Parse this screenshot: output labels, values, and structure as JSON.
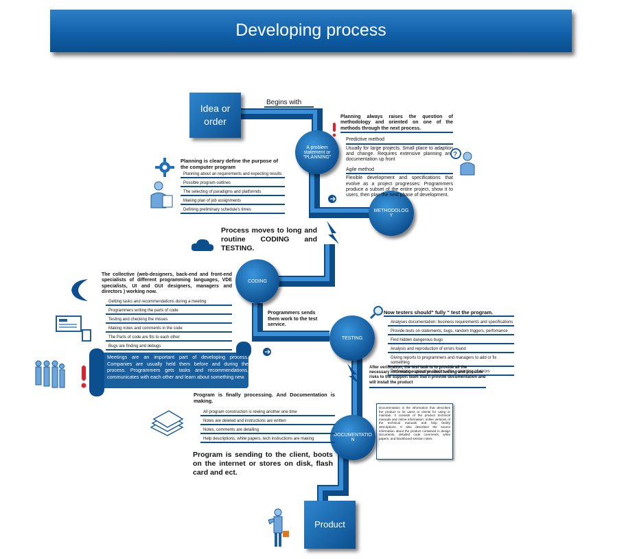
{
  "title": "Developing process",
  "boxes": {
    "idea": "Idea or\norder",
    "product": "Product"
  },
  "begins_with": "Begins with",
  "circles": {
    "planning": "A problem\nstatement or\n\"PLANNING\"",
    "methodology": "METHODOLOG\nY",
    "coding": "CODING",
    "testing": "TESTING",
    "documentation": "DOCUMENTATIO\nN"
  },
  "methodology_note": {
    "heading": "Planning always raises the question of methodology and oriented on one of the methods through the next process.",
    "predictive_title": "Predictive method",
    "predictive_text": "Usually for large projects. Small place to adaption and change. Requires extensive planning and documentation up front",
    "agile_title": "Agile method",
    "agile_text": "Flexible development and specifications that evolve as a project progresses: Programmers produce a subset of the entire project, show it to users, then plan the next phase of development."
  },
  "planning_note": {
    "heading": "Planning is cleary define the purpose of the computer program",
    "items": [
      "Planning about an requirements and expecting results",
      "Possible program outlines",
      "The selecting of paradigms and platformds",
      "Making plan of job assignments",
      "Defining preliminary schedule's times"
    ]
  },
  "process_moves": "Process moves to long and routine CODING and TESTING.",
  "coding_note": {
    "heading": "The collective (web-designers, back-end and front-end specialists of different programming languages, VDE specialists, UI and GUI designers, managers and directors ) working now.",
    "items": [
      "Getting tasks and recommendations during a meeting",
      "Programmers writing the parts of code",
      "Testing and checking the misses",
      "Making notes and comments in the code",
      "The Parts of code are fits to each other",
      "Bugs are finding and debugs"
    ]
  },
  "meetings_note": "Meetings are an important part of developing process. Companies are usually held them before and during the process. Programmers gets tasks and recommendations, communicates with each other and learn about something new.",
  "programmers_send": "Programmers sends them work to the test service.",
  "testing_note": {
    "heading": "Now testers should\" fully \" test the program.",
    "items": [
      "Analyses documentation: business requirements and specifications",
      "Provide tests on statements, bugs, random triggers, perfomance",
      "Find hidden dangerous bugs",
      "Analysis and reproduction of errors found",
      "Giving reports to programmers and managers to add or fix something",
      "Performing regressive checks after correcting of errors"
    ],
    "after": "After verification, the test task is to provide all the necessary information about product testing and possible risks to the support team that'll provide documentation and will install the product"
  },
  "documentation_note": {
    "heading": "Program is finally processing. And Documentation is making.",
    "items": [
      "All program construction is rewing another one time",
      "Notes are deleted and instructions are written",
      "Notes, comments are detailing",
      "Help descriptions, white papers, tech instructions are making"
    ],
    "side": "Documentation is the information that describes the product to its users or clients for using or maintain. It consists of the product technical manuals and online information: online versions of the technical manuals and help facility descriptions. It also describes the source information about the product contained in design documents, detailed code comments, white papers, and blackboard session notes."
  },
  "sending": "Program is sending to the client, boots on the internet or stores on disk, flash card and ect.",
  "colors": {
    "primary": "#0c4f8f",
    "accent": "#2e86cf",
    "alert": "#e0202a"
  }
}
